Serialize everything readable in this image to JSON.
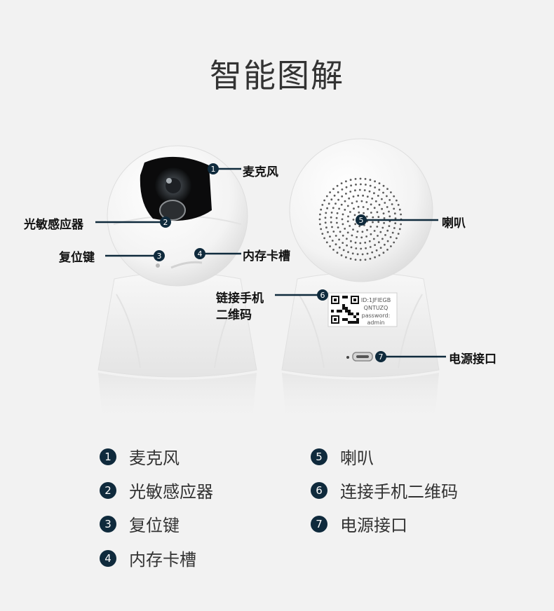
{
  "title": "智能图解",
  "callouts": {
    "c1": {
      "number": "1",
      "label": "麦克风"
    },
    "c2": {
      "number": "2",
      "label": "光敏感应器"
    },
    "c3": {
      "number": "3",
      "label": "复位键"
    },
    "c4": {
      "number": "4",
      "label": "内存卡槽"
    },
    "c5": {
      "number": "5",
      "label": "喇叭"
    },
    "c6": {
      "number": "6",
      "label_line1": "链接手机",
      "label_line2": "二维码"
    },
    "c7": {
      "number": "7",
      "label": "电源接口"
    }
  },
  "sticker": {
    "id": "ID:1JFIEGB",
    "code": "QNTUZQ",
    "password_label": "password:",
    "password": "admin"
  },
  "legend": [
    {
      "number": "1",
      "label": "麦克风"
    },
    {
      "number": "2",
      "label": "光敏感应器"
    },
    {
      "number": "3",
      "label": "复位键"
    },
    {
      "number": "4",
      "label": "内存卡槽"
    },
    {
      "number": "5",
      "label": "喇叭"
    },
    {
      "number": "6",
      "label": "连接手机二维码"
    },
    {
      "number": "7",
      "label": "电源接口"
    }
  ],
  "colors": {
    "marker": "#0f2a3c",
    "background": "#f2f2f2",
    "camera_body": "#ffffff"
  }
}
